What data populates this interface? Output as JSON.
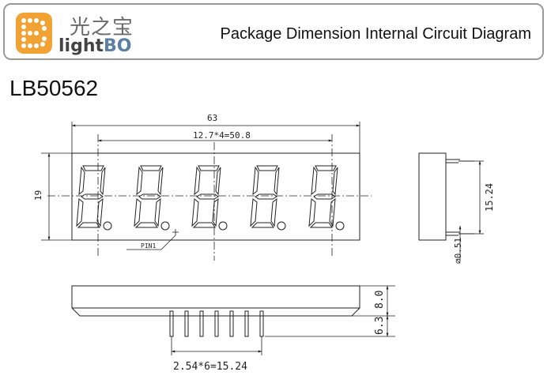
{
  "header": {
    "logo_chinese": "光之宝",
    "logo_brand_light": "light",
    "logo_brand_bo": "BO",
    "title": "Package Dimension Internal Circuit Diagram"
  },
  "model": "LB50562",
  "dimensions": {
    "overall_width": "63",
    "digit_pitch": "12.7*4=50.8",
    "height": "19",
    "side_pin_span": "15.24",
    "pin_diameter": "∅0.51",
    "body_depth": "8.0",
    "pin_length": "6.3",
    "pin_spacing": "2.54*6=15.24",
    "pin1_label": "PIN1"
  },
  "colors": {
    "line": "#222222",
    "frame": "#9a9a9a",
    "logo_orange": "#f2a233"
  }
}
